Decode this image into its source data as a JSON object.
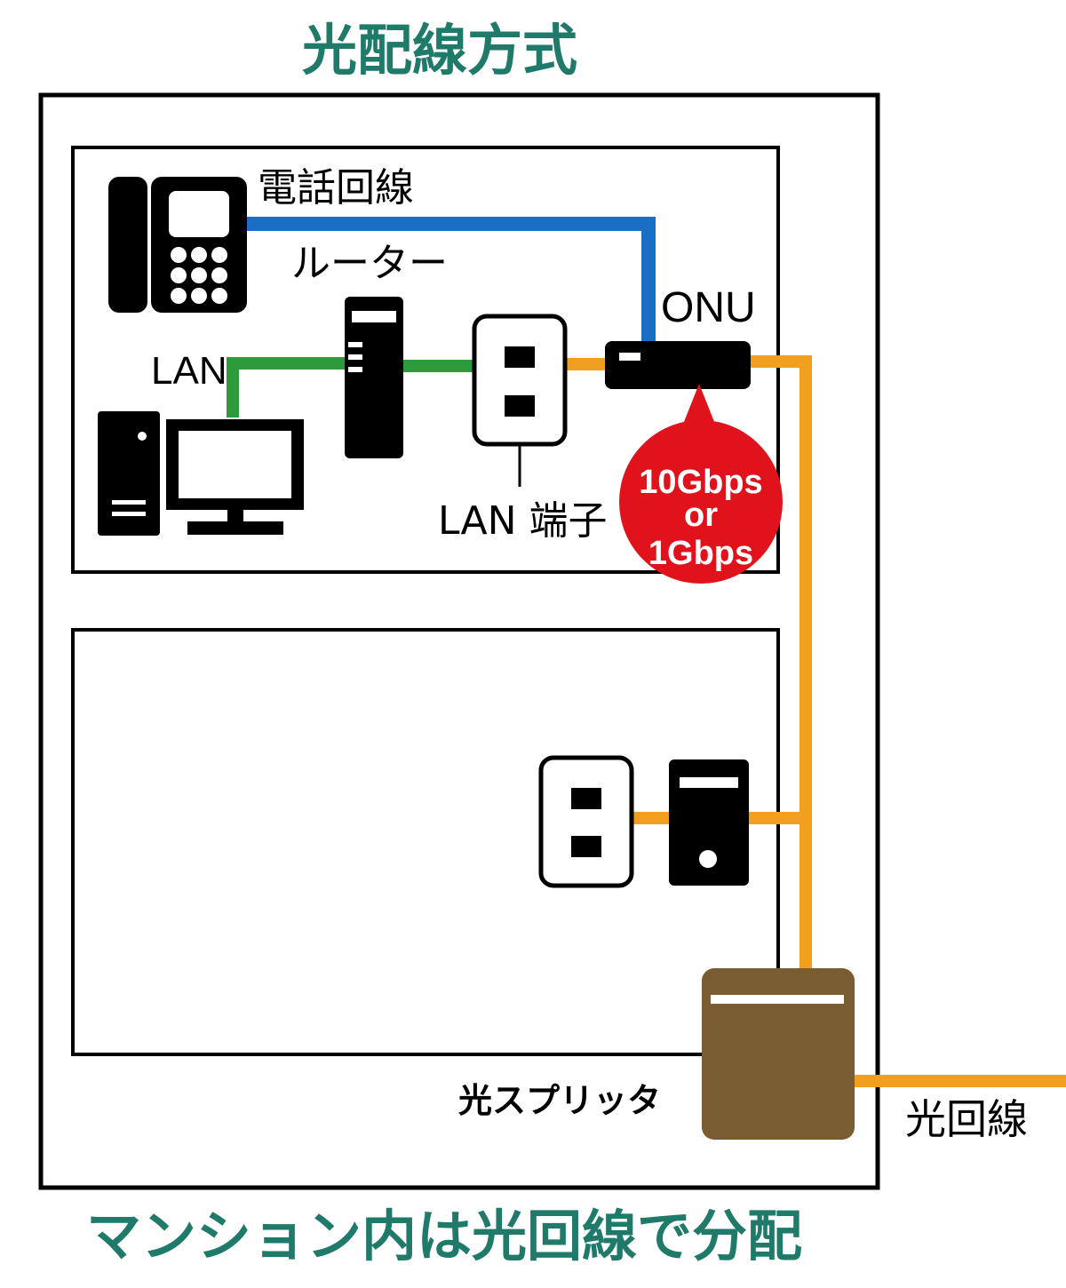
{
  "diagram": {
    "title": "光配線方式",
    "subtitle": "マンション内は光回線で分配",
    "labels": {
      "phone_line": "電話回線",
      "router": "ルーター",
      "onu": "ONU",
      "lan": "LAN",
      "lan_port": "LAN 端子",
      "splitter": "光スプリッタ",
      "fiber_line": "光回線"
    },
    "speed_badge": {
      "line1": "10Gbps",
      "line2": "or",
      "line3": "1Gbps"
    },
    "colors": {
      "title": "#1f7a6a",
      "phone_line": "#1a6ec4",
      "lan_cable": "#2e9a3c",
      "fiber": "#f0a01e",
      "badge": "#e0121c",
      "splitter": "#7a5c32",
      "device": "#000000"
    },
    "icons": [
      "telephone-icon",
      "router-icon",
      "wall-outlet-icon",
      "onu-icon",
      "desktop-pc-icon",
      "splitter-icon"
    ]
  }
}
